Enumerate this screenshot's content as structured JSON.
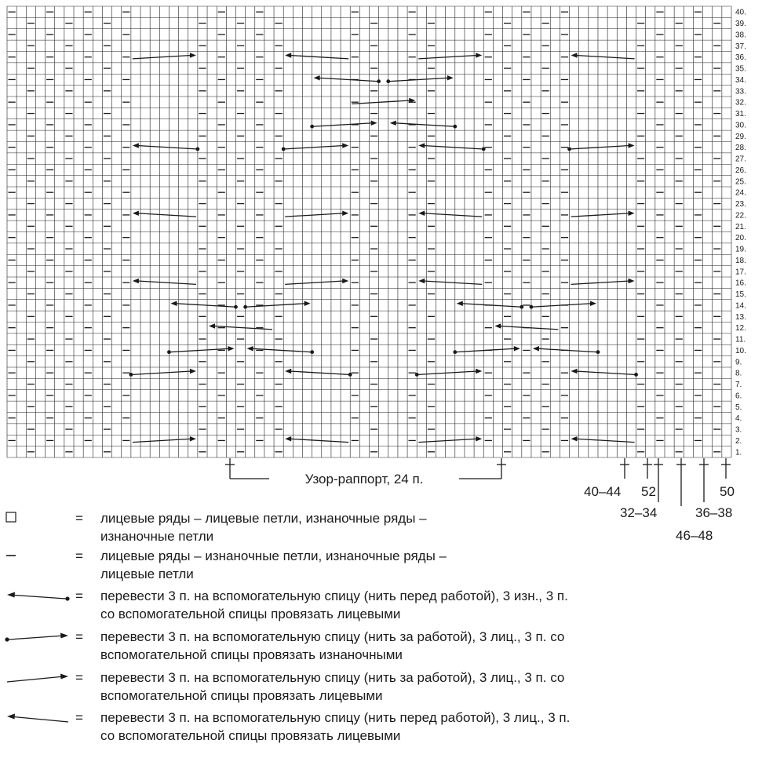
{
  "chart": {
    "rows": 40,
    "stitches": 76,
    "grid_color": "#222222",
    "rows_labels": [
      "1.",
      "2.",
      "3.",
      "4.",
      "5.",
      "6.",
      "7.",
      "8.",
      "9.",
      "10.",
      "11.",
      "12.",
      "13.",
      "14.",
      "15.",
      "16.",
      "17.",
      "18.",
      "19.",
      "20.",
      "21.",
      "22.",
      "23.",
      "24.",
      "25.",
      "26.",
      "27.",
      "28.",
      "29.",
      "30.",
      "31.",
      "32.",
      "33.",
      "34.",
      "35.",
      "36.",
      "37.",
      "38.",
      "39.",
      "40."
    ],
    "repeat_label": "Узор-раппорт, 24 п.",
    "size_labels": [
      "40–44",
      "52",
      "32–34",
      "46–48",
      "36–38",
      "50"
    ],
    "cables": [
      {
        "row": 2,
        "type": "right-knit",
        "start": 14,
        "end": 20
      },
      {
        "row": 2,
        "type": "left-knit",
        "start": 30,
        "end": 36
      },
      {
        "row": 2,
        "type": "right-knit",
        "start": 44,
        "end": 50
      },
      {
        "row": 2,
        "type": "left-knit",
        "start": 60,
        "end": 66
      },
      {
        "row": 8,
        "type": "right-purl",
        "start": 14,
        "end": 20
      },
      {
        "row": 8,
        "type": "left-purl",
        "start": 30,
        "end": 36
      },
      {
        "row": 8,
        "type": "right-purl",
        "start": 44,
        "end": 50
      },
      {
        "row": 8,
        "type": "left-purl",
        "start": 60,
        "end": 66
      },
      {
        "row": 10,
        "type": "right-purl",
        "start": 18,
        "end": 24
      },
      {
        "row": 10,
        "type": "left-purl",
        "start": 26,
        "end": 32
      },
      {
        "row": 10,
        "type": "right-purl",
        "start": 48,
        "end": 54
      },
      {
        "row": 10,
        "type": "left-purl",
        "start": 56,
        "end": 62
      },
      {
        "row": 12,
        "type": "left-knit",
        "start": 22,
        "end": 28
      },
      {
        "row": 12,
        "type": "left-knit",
        "start": 52,
        "end": 58
      },
      {
        "row": 14,
        "type": "left-purl",
        "start": 18,
        "end": 24
      },
      {
        "row": 14,
        "type": "right-purl",
        "start": 26,
        "end": 32
      },
      {
        "row": 14,
        "type": "left-purl",
        "start": 48,
        "end": 54
      },
      {
        "row": 14,
        "type": "right-purl",
        "start": 56,
        "end": 62
      },
      {
        "row": 16,
        "type": "left-knit",
        "start": 14,
        "end": 20
      },
      {
        "row": 16,
        "type": "right-knit",
        "start": 30,
        "end": 36
      },
      {
        "row": 16,
        "type": "left-knit",
        "start": 44,
        "end": 50
      },
      {
        "row": 16,
        "type": "right-knit",
        "start": 60,
        "end": 66
      },
      {
        "row": 22,
        "type": "left-knit",
        "start": 14,
        "end": 20
      },
      {
        "row": 22,
        "type": "right-knit",
        "start": 30,
        "end": 36
      },
      {
        "row": 22,
        "type": "left-knit",
        "start": 44,
        "end": 50
      },
      {
        "row": 22,
        "type": "right-knit",
        "start": 60,
        "end": 66
      },
      {
        "row": 28,
        "type": "left-purl",
        "start": 14,
        "end": 20
      },
      {
        "row": 28,
        "type": "right-purl",
        "start": 30,
        "end": 36
      },
      {
        "row": 28,
        "type": "left-purl",
        "start": 44,
        "end": 50
      },
      {
        "row": 28,
        "type": "right-purl",
        "start": 60,
        "end": 66
      },
      {
        "row": 30,
        "type": "right-purl",
        "start": 33,
        "end": 39
      },
      {
        "row": 30,
        "type": "left-purl",
        "start": 41,
        "end": 47
      },
      {
        "row": 32,
        "type": "right-knit",
        "start": 37,
        "end": 43
      },
      {
        "row": 34,
        "type": "left-purl",
        "start": 33,
        "end": 39
      },
      {
        "row": 34,
        "type": "right-purl",
        "start": 41,
        "end": 47
      },
      {
        "row": 36,
        "type": "right-knit",
        "start": 14,
        "end": 20
      },
      {
        "row": 36,
        "type": "left-knit",
        "start": 30,
        "end": 36
      },
      {
        "row": 36,
        "type": "right-knit",
        "start": 44,
        "end": 50
      },
      {
        "row": 36,
        "type": "left-knit",
        "start": 60,
        "end": 66
      }
    ]
  },
  "legend": [
    {
      "symbol": "knit-square-icon",
      "eq": "=",
      "lines": [
        "лицевые ряды – лицевые петли, изнаночные ряды –",
        "изнаночные петли"
      ]
    },
    {
      "symbol": "purl-dash-icon",
      "eq": "=",
      "lines": [
        "лицевые ряды – изнаночные петли, изнаночные ряды –",
        "лицевые петли"
      ]
    },
    {
      "symbol": "cable-left-purl-icon",
      "eq": "=",
      "lines": [
        "перевести 3 п. на вспомогательную спицу (нить перед работой), 3 изн., 3 п.",
        "со вспомогательной спицы провязать лицевыми"
      ]
    },
    {
      "symbol": "cable-right-purl-icon",
      "eq": "=",
      "lines": [
        "перевести 3 п. на вспомогательную спицу (нить за работой), 3 лиц., 3 п. со",
        "вспомогательной спицы провязать изнаночными"
      ]
    },
    {
      "symbol": "cable-right-knit-icon",
      "eq": "=",
      "lines": [
        "перевести 3 п. на вспомогательную спицу (нить за работой), 3 лиц., 3 п. со",
        "вспомогательной спицы провязать лицевыми"
      ]
    },
    {
      "symbol": "cable-left-knit-icon",
      "eq": "=",
      "lines": [
        "перевести 3 п. на вспомогательную спицу (нить перед работой), 3 лиц., 3 п.",
        "со вспомогательной спицы провязать лицевыми"
      ]
    }
  ]
}
